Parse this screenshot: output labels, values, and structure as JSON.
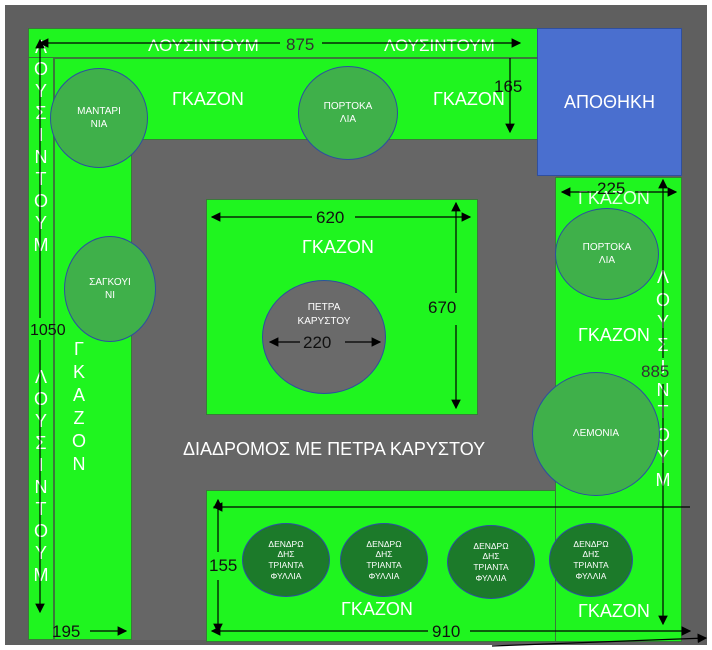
{
  "colors": {
    "lawn": "#1ff51f",
    "path": "#666666",
    "storage": "#4a6fcf",
    "trees": "#3fb04a",
    "rose_trees": "#1c7a2a"
  },
  "labels": {
    "laurel": "ΛΟΥΣΙΝΤΟΥΜ",
    "lawn": "ΓΚΑΖΟΝ",
    "storage": "ΑΠΟΘΗΚΗ",
    "walkway": "ΔΙΑΔΡΟΜΟΣ ΜΕ ΠΕΤΡΑ ΚΑΡΥΣΤΟΥ"
  },
  "trees": {
    "mandarin": "ΜΑΝΤΑΡΙ\nΝΙΑ",
    "orange_top": "ΠΟΡΤΟΚΑ\nΛΙΑ",
    "orange_right": "ΠΟΡΤΟΚΑ\nΛΙΑ",
    "jaguar": "ΣΑΓΚΟΥΙ\nΝΙ",
    "lemon": "ΛΕΜΟΝΙΑ",
    "stone": "ΠΕΤΡΑ\nΚΑΡΥΣΤΟΥ",
    "rose": "ΔΕΝΔΡΩ\nΔΗΣ\nΤΡΙΑΝΤΑ\nΦΥΛΛΙΑ"
  },
  "dimensions": {
    "top_width": "875",
    "top_depth": "165",
    "left_height": "1050",
    "left_bottom": "195",
    "right_width": "225",
    "right_height": "885",
    "center_width": "620",
    "center_height": "670",
    "stone_width": "220",
    "bottom_height": "155",
    "bottom_width": "910"
  }
}
